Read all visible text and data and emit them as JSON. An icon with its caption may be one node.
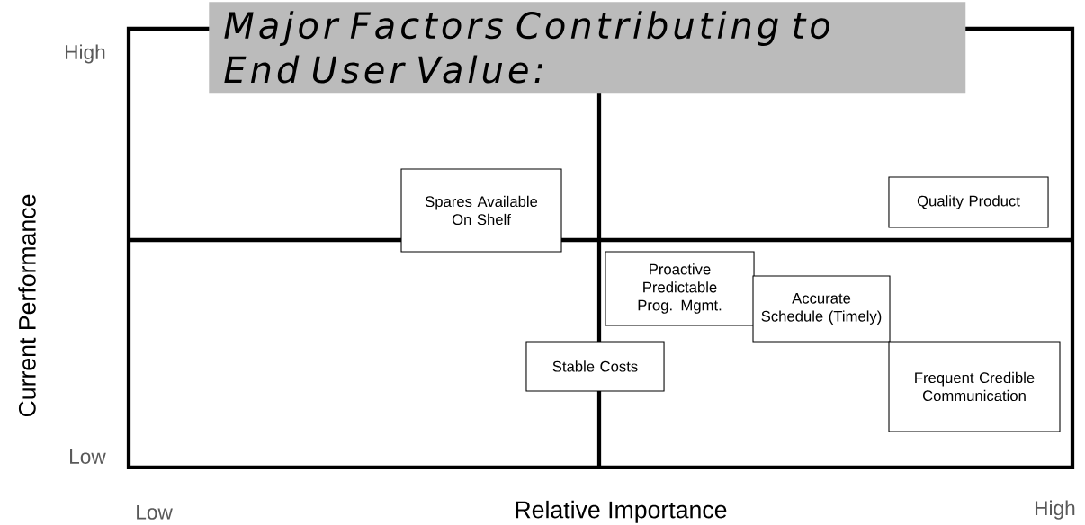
{
  "diagram": {
    "title": "Major Factors Contributing to End User Value:",
    "nodes": [
      {
        "text": [
          "Spares Available On Shelf"
        ]
      },
      {
        "text": [
          "Quality Product"
        ]
      },
      {
        "text": [
          "Proactive Predictable Prog. Mgmt."
        ]
      },
      {
        "text": [
          "Accurate Schedule (Timely)"
        ]
      },
      {
        "text": [
          "Stable Costs"
        ]
      },
      {
        "text": [
          "Frequent Credible Communication"
        ]
      }
    ],
    "labels": [
      "High",
      "Low",
      "Current Performance",
      "Low",
      "High",
      "Relative Importance"
    ]
  }
}
